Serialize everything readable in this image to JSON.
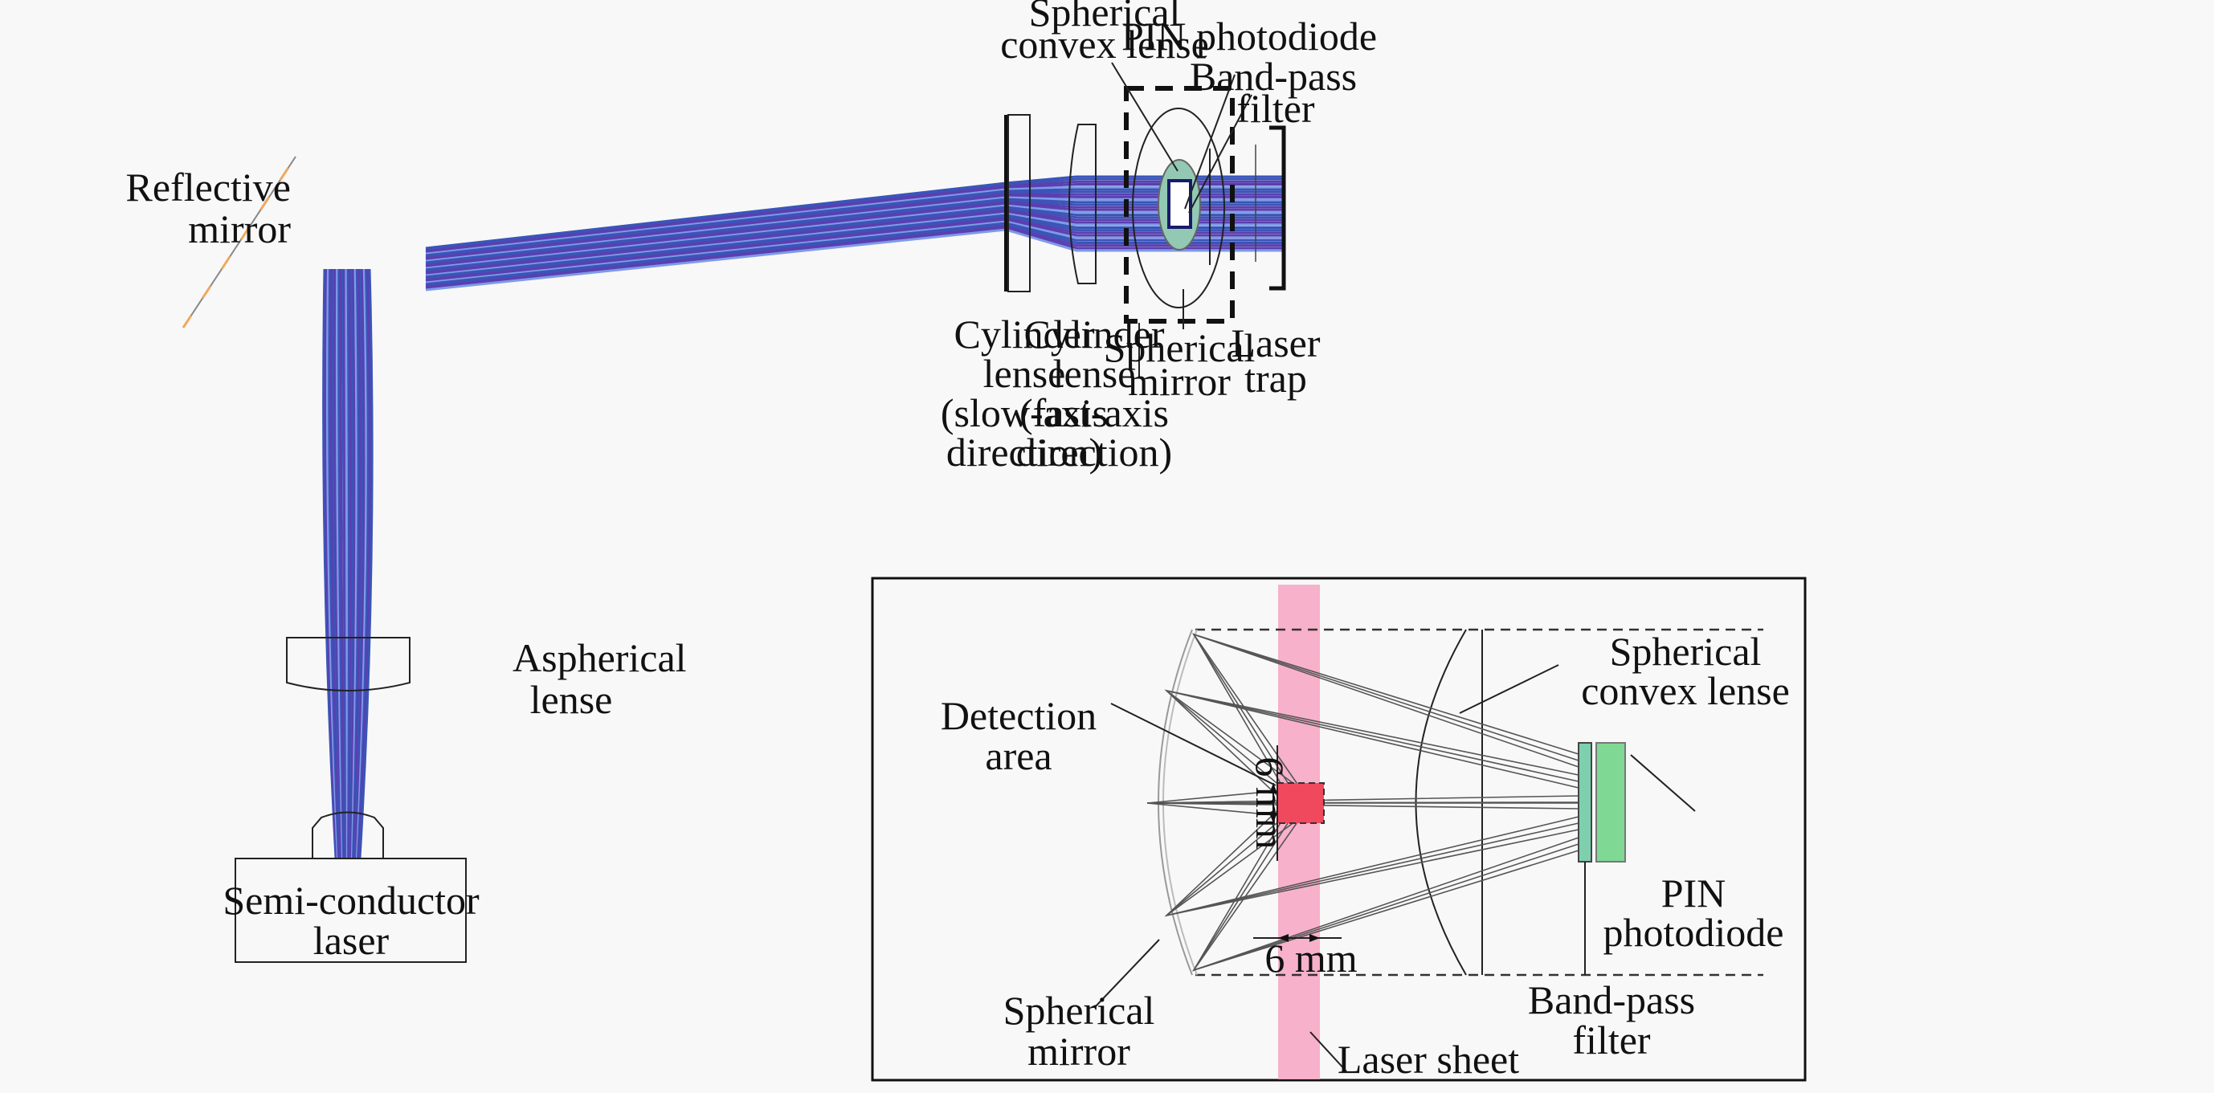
{
  "figure": {
    "main_labels": {
      "reflective_mirror": [
        "Reflective",
        "mirror"
      ],
      "aspherical_lens": [
        "Aspherical",
        "lense"
      ],
      "laser_source": [
        "Semi-conductor",
        "laser"
      ],
      "cylinder_slow": [
        "Cylinder",
        "lense",
        "(slow-axis",
        "direction)"
      ],
      "cylinder_fast": [
        "Cylinder",
        "lense",
        "(fast-axis",
        "direction)"
      ],
      "spherical_convex_top": [
        "Spherical",
        "convex lense"
      ],
      "pin_photodiode_top": "PIN photodiode",
      "bandpass_top": [
        "Band-pass",
        "filter"
      ],
      "spherical_mirror_top": [
        "Spherical",
        "mirror"
      ],
      "laser_trap": [
        "Laser",
        "trap"
      ]
    },
    "inset_labels": {
      "detection_area": [
        "Detection",
        "area"
      ],
      "dim_vertical": "6 mm",
      "dim_horizontal": "6 mm",
      "spherical_convex": [
        "Spherical",
        "convex lense"
      ],
      "pin_photodiode": [
        "PIN",
        "photodiode"
      ],
      "spherical_mirror": [
        "Spherical",
        "mirror"
      ],
      "laser_sheet": "Laser sheet",
      "bandpass": [
        "Band-pass",
        "filter"
      ]
    },
    "colors": {
      "beam_primary": "#3a55b8",
      "beam_secondary": "#5b3fb0",
      "beam_light": "#7f9be8",
      "mirror_accent": "#f0a860",
      "lens_green": "#93c9b4",
      "laser_sheet": "#f7a9c4",
      "detection_area": "#f0485c",
      "photodiode_green": "#7fd894",
      "filter_green": "#7ecfad"
    }
  }
}
